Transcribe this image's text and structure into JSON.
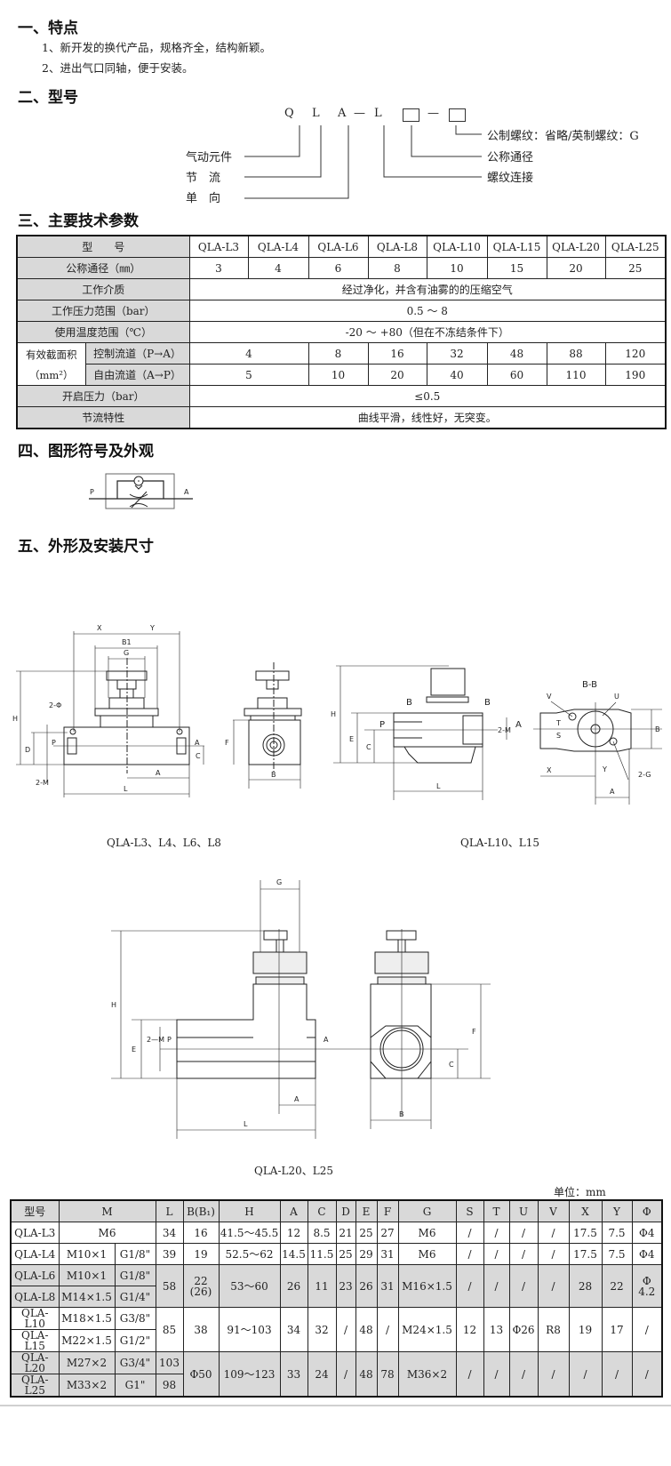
{
  "sections": {
    "s1": "一、特点",
    "s2": "二、型号",
    "s3": "三、主要技术参数",
    "s4": "四、图形符号及外观",
    "s5": "五、外形及安装尺寸"
  },
  "features": [
    "1、新开发的换代产品，规格齐全，结构新颖。",
    "2、进出气口同轴，便于安装。"
  ],
  "model_code": {
    "q": "Q",
    "l": "L",
    "a": "A",
    "dash1": "—",
    "l2": "L",
    "dash2": "—",
    "left_labels": [
      "气动元件",
      "节　流",
      "单　向"
    ],
    "right_labels": [
      "公制螺纹：省略/英制螺纹：G",
      "公称通径",
      "螺纹连接"
    ]
  },
  "tech_table": {
    "model_header": "型　　号",
    "models": [
      "QLA-L3",
      "QLA-L4",
      "QLA-L6",
      "QLA-L8",
      "QLA-L10",
      "QLA-L15",
      "QLA-L20",
      "QLA-L25"
    ],
    "bore_label": "公称通径（㎜）",
    "bore": [
      "3",
      "4",
      "6",
      "8",
      "10",
      "15",
      "20",
      "25"
    ],
    "medium_label": "工作介质",
    "medium": "经过净化，并含有油雾的的压缩空气",
    "pressure_label": "工作压力范围（bar）",
    "pressure": "0.5 ～ 8",
    "temp_label": "使用温度范围（℃）",
    "temp": "-20 ～ +80（但在不冻结条件下）",
    "area_label": "有效截面积",
    "area_unit": "（mm²）",
    "control_label": "控制流道（P→A）",
    "control": [
      "4",
      "8",
      "16",
      "32",
      "48",
      "88",
      "120"
    ],
    "free_label": "自由流道（A→P）",
    "free": [
      "5",
      "10",
      "20",
      "40",
      "60",
      "110",
      "190"
    ],
    "crack_label": "开启压力（bar）",
    "crack": "≤0.5",
    "char_label": "节流特性",
    "char": "曲线平滑，线性好，无突变。"
  },
  "symbol": {
    "p": "P",
    "a": "A"
  },
  "drawings": {
    "caption1": "QLA-L3、L4、L6、L8",
    "caption2": "QLA-L10、L15",
    "caption3": "QLA-L20、L25",
    "d1": {
      "x": "X",
      "y": "Y",
      "b1": "B1",
      "g": "G",
      "h": "H",
      "d": "D",
      "m": "2-M",
      "phi": "2-Φ",
      "p": "P",
      "a_port": "A",
      "c": "C",
      "a": "A",
      "l": "L",
      "f": "F",
      "b": "B"
    },
    "d2": {
      "h": "H",
      "e": "E",
      "c": "C",
      "p": "P",
      "a_port": "A",
      "m": "2-M",
      "l": "L",
      "b_left": "B",
      "b_right": "B",
      "bb": "B-B",
      "v": "V",
      "u": "U",
      "t": "T",
      "s": "S",
      "x": "X",
      "y": "Y",
      "g": "2-G",
      "a": "A",
      "b": "B"
    },
    "d3": {
      "g": "G",
      "h": "H",
      "e": "E",
      "m": "2—M",
      "p": "P",
      "a_port": "A",
      "a": "A",
      "l": "L",
      "f": "F",
      "c": "C",
      "b": "B"
    }
  },
  "dim_table": {
    "unit": "单位：mm",
    "headers": [
      "型号",
      "M",
      "L",
      "B(B₁)",
      "H",
      "A",
      "C",
      "D",
      "E",
      "F",
      "G",
      "S",
      "T",
      "U",
      "V",
      "X",
      "Y",
      "Φ"
    ],
    "rows": [
      [
        "QLA-L3",
        "M6",
        "34",
        "16",
        "41.5～45.5",
        "12",
        "8.5",
        "21",
        "25",
        "27",
        "M6",
        "/",
        "/",
        "/",
        "/",
        "17.5",
        "7.5",
        "Φ4"
      ],
      [
        "QLA-L4",
        "M10×1",
        "G1/8\"",
        "39",
        "19",
        "52.5～62",
        "14.5",
        "11.5",
        "25",
        "29",
        "31",
        "M6",
        "/",
        "/",
        "/",
        "/",
        "17.5",
        "7.5",
        "Φ4"
      ],
      [
        "QLA-L6",
        "M10×1",
        "G1/8\"",
        "58",
        "22\n(26)",
        "53～60",
        "26",
        "11",
        "23",
        "26",
        "31",
        "M16×1.5",
        "/",
        "/",
        "/",
        "/",
        "28",
        "22",
        "Φ\n4.2"
      ],
      [
        "QLA-L8",
        "M14×1.5",
        "G1/4\""
      ],
      [
        "QLA-L10",
        "M18×1.5",
        "G3/8\"",
        "85",
        "38",
        "91～103",
        "34",
        "32",
        "/",
        "48",
        "/",
        "M24×1.5",
        "12",
        "13",
        "Φ26",
        "R8",
        "19",
        "17",
        "/"
      ],
      [
        "QLA-L15",
        "M22×1.5",
        "G1/2\""
      ],
      [
        "QLA-L20",
        "M27×2",
        "G3/4\"",
        "103",
        "Φ50",
        "109～123",
        "33",
        "24",
        "/",
        "48",
        "78",
        "M36×2",
        "/",
        "/",
        "/",
        "/",
        "/",
        "/",
        "/"
      ],
      [
        "QLA-L25",
        "M33×2",
        "G1\"",
        "98"
      ]
    ]
  }
}
